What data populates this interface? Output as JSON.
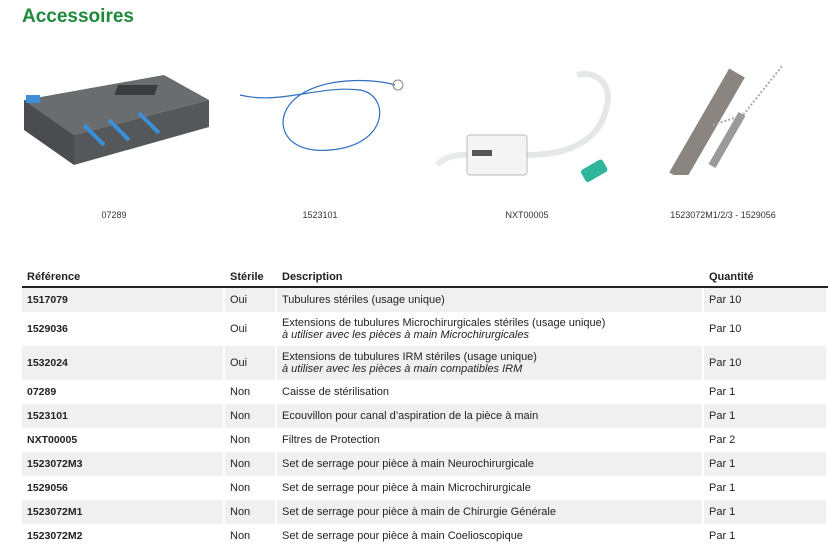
{
  "title": "Accessoires",
  "products": [
    {
      "caption": "07289",
      "icon": "sterilization-case"
    },
    {
      "caption": "1523101",
      "icon": "cleaning-brush"
    },
    {
      "caption": "NXT00005",
      "icon": "protection-filter"
    },
    {
      "caption": "1523072M1/2/3 - 1529056",
      "icon": "clamping-set"
    }
  ],
  "table": {
    "headers": [
      "Référence",
      "Stérile",
      "Description",
      "Quantité"
    ],
    "rows": [
      {
        "ref": "1517079",
        "sterile": "Oui",
        "desc": "Tubulures stériles (usage unique)",
        "sub": "",
        "qty": "Par 10"
      },
      {
        "ref": "1529036",
        "sterile": "Oui",
        "desc": "Extensions de tubulures Microchirurgicales stériles (usage unique)",
        "sub": "à utiliser avec les pièces à main Microchirurgicales",
        "qty": "Par 10"
      },
      {
        "ref": "1532024",
        "sterile": "Oui",
        "desc": "Extensions de tubulures IRM stériles (usage unique)",
        "sub": "à utiliser avec les pièces à main compatibles IRM",
        "qty": "Par 10"
      },
      {
        "ref": "07289",
        "sterile": "Non",
        "desc": "Caisse de stérilisation",
        "sub": "",
        "qty": "Par 1"
      },
      {
        "ref": "1523101",
        "sterile": "Non",
        "desc": "Ecouvillon pour canal d’aspiration de la pièce à main",
        "sub": "",
        "qty": "Par 1"
      },
      {
        "ref": "NXT00005",
        "sterile": "Non",
        "desc": "Filtres de Protection",
        "sub": "",
        "qty": "Par 2"
      },
      {
        "ref": "1523072M3",
        "sterile": "Non",
        "desc": "Set de serrage pour pièce à main Neurochirurgicale",
        "sub": "",
        "qty": "Par 1"
      },
      {
        "ref": "1529056",
        "sterile": "Non",
        "desc": "Set de serrage pour pièce à main Microchirurgicale",
        "sub": "",
        "qty": "Par 1"
      },
      {
        "ref": "1523072M1",
        "sterile": "Non",
        "desc": "Set de serrage pour pièce à main de Chirurgie Générale",
        "sub": "",
        "qty": "Par 1"
      },
      {
        "ref": "1523072M2",
        "sterile": "Non",
        "desc": "Set de serrage pour pièce à main Coelioscopique",
        "sub": "",
        "qty": "Par 1"
      }
    ]
  }
}
